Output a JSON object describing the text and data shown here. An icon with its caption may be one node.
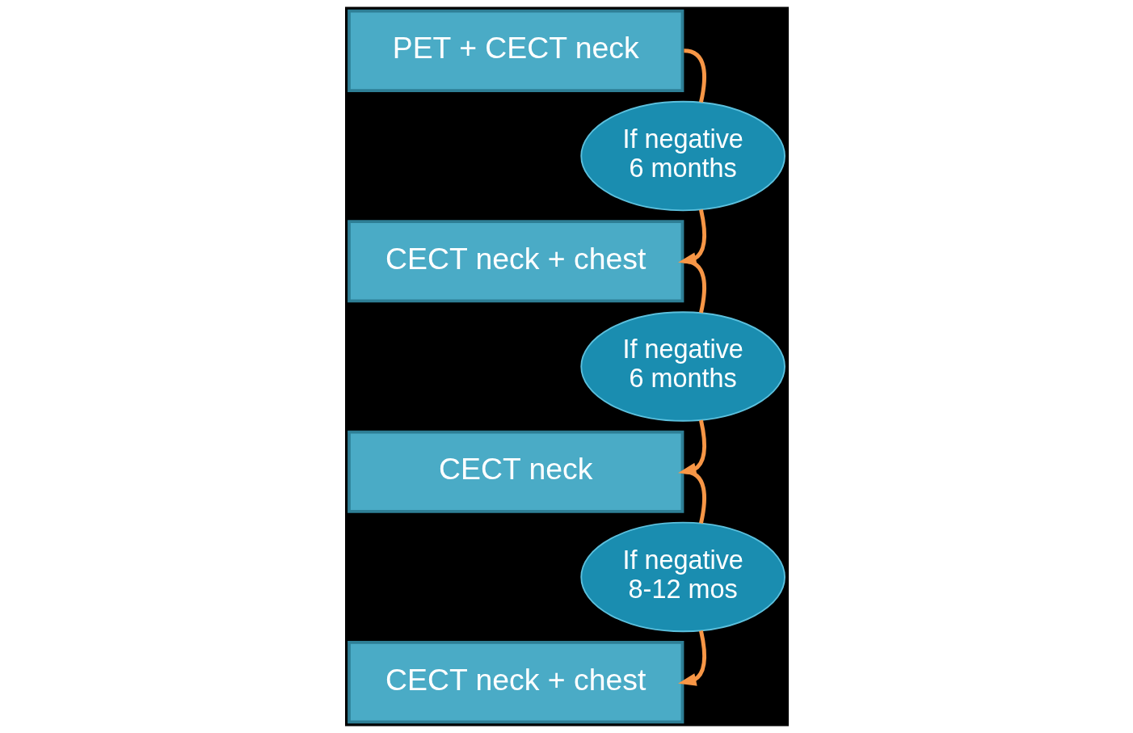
{
  "diagram": {
    "nodes": [
      {
        "text": [
          "PET + CECT neck"
        ]
      },
      {
        "text": [
          "CECT neck + chest"
        ]
      },
      {
        "text": [
          "CECT neck"
        ]
      },
      {
        "text": [
          "CECT neck + chest"
        ]
      },
      {
        "text": [
          "If negative 6 months"
        ]
      },
      {
        "text": [
          "If negative 6 months"
        ]
      },
      {
        "text": [
          "If negative 8-12 mos"
        ]
      }
    ],
    "edges": [
      {
        "from": 0,
        "to": 4,
        "arrow": "none"
      },
      {
        "from": 4,
        "to": 1,
        "arrow": "to"
      },
      {
        "from": 1,
        "to": 5,
        "arrow": "none"
      },
      {
        "from": 5,
        "to": 2,
        "arrow": "to"
      },
      {
        "from": 2,
        "to": 6,
        "arrow": "none"
      },
      {
        "from": 6,
        "to": 3,
        "arrow": "to"
      }
    ]
  }
}
